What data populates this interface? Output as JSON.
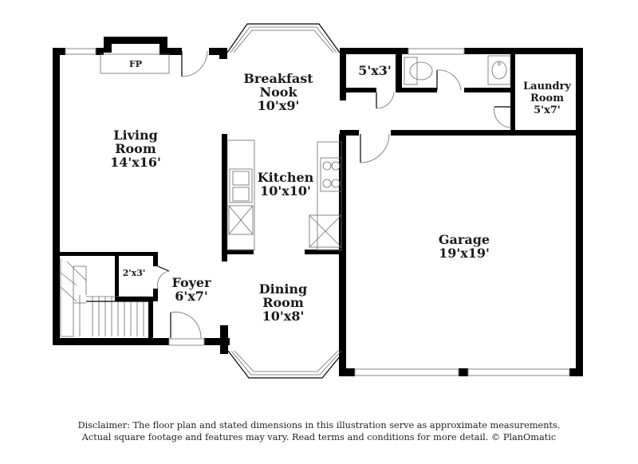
{
  "rooms": {
    "fireplace": "FP",
    "breakfast_nook": {
      "name_line1": "Breakfast",
      "name_line2": "Nook",
      "size": "10'x9'"
    },
    "closet_top": {
      "size": "5'x3'"
    },
    "laundry": {
      "name_line1": "Laundry",
      "name_line2": "Room",
      "size": "5'x7'"
    },
    "living": {
      "name_line1": "Living",
      "name_line2": "Room",
      "size": "14'x16'"
    },
    "kitchen": {
      "name": "Kitchen",
      "size": "10'x10'"
    },
    "garage": {
      "name": "Garage",
      "size": "19'x19'"
    },
    "closet_foyer": {
      "size": "2'x3'"
    },
    "foyer": {
      "name": "Foyer",
      "size": "6'x7'"
    },
    "dining": {
      "name_line1": "Dining",
      "name_line2": "Room",
      "size": "10'x8'"
    }
  },
  "disclaimer": {
    "line1": "Disclaimer: The floor plan and stated dimensions in this illustration serve as approximate measurements.",
    "line2": "Actual square footage and features may vary. Read terms and conditions for more detail. © PlanOmatic"
  }
}
